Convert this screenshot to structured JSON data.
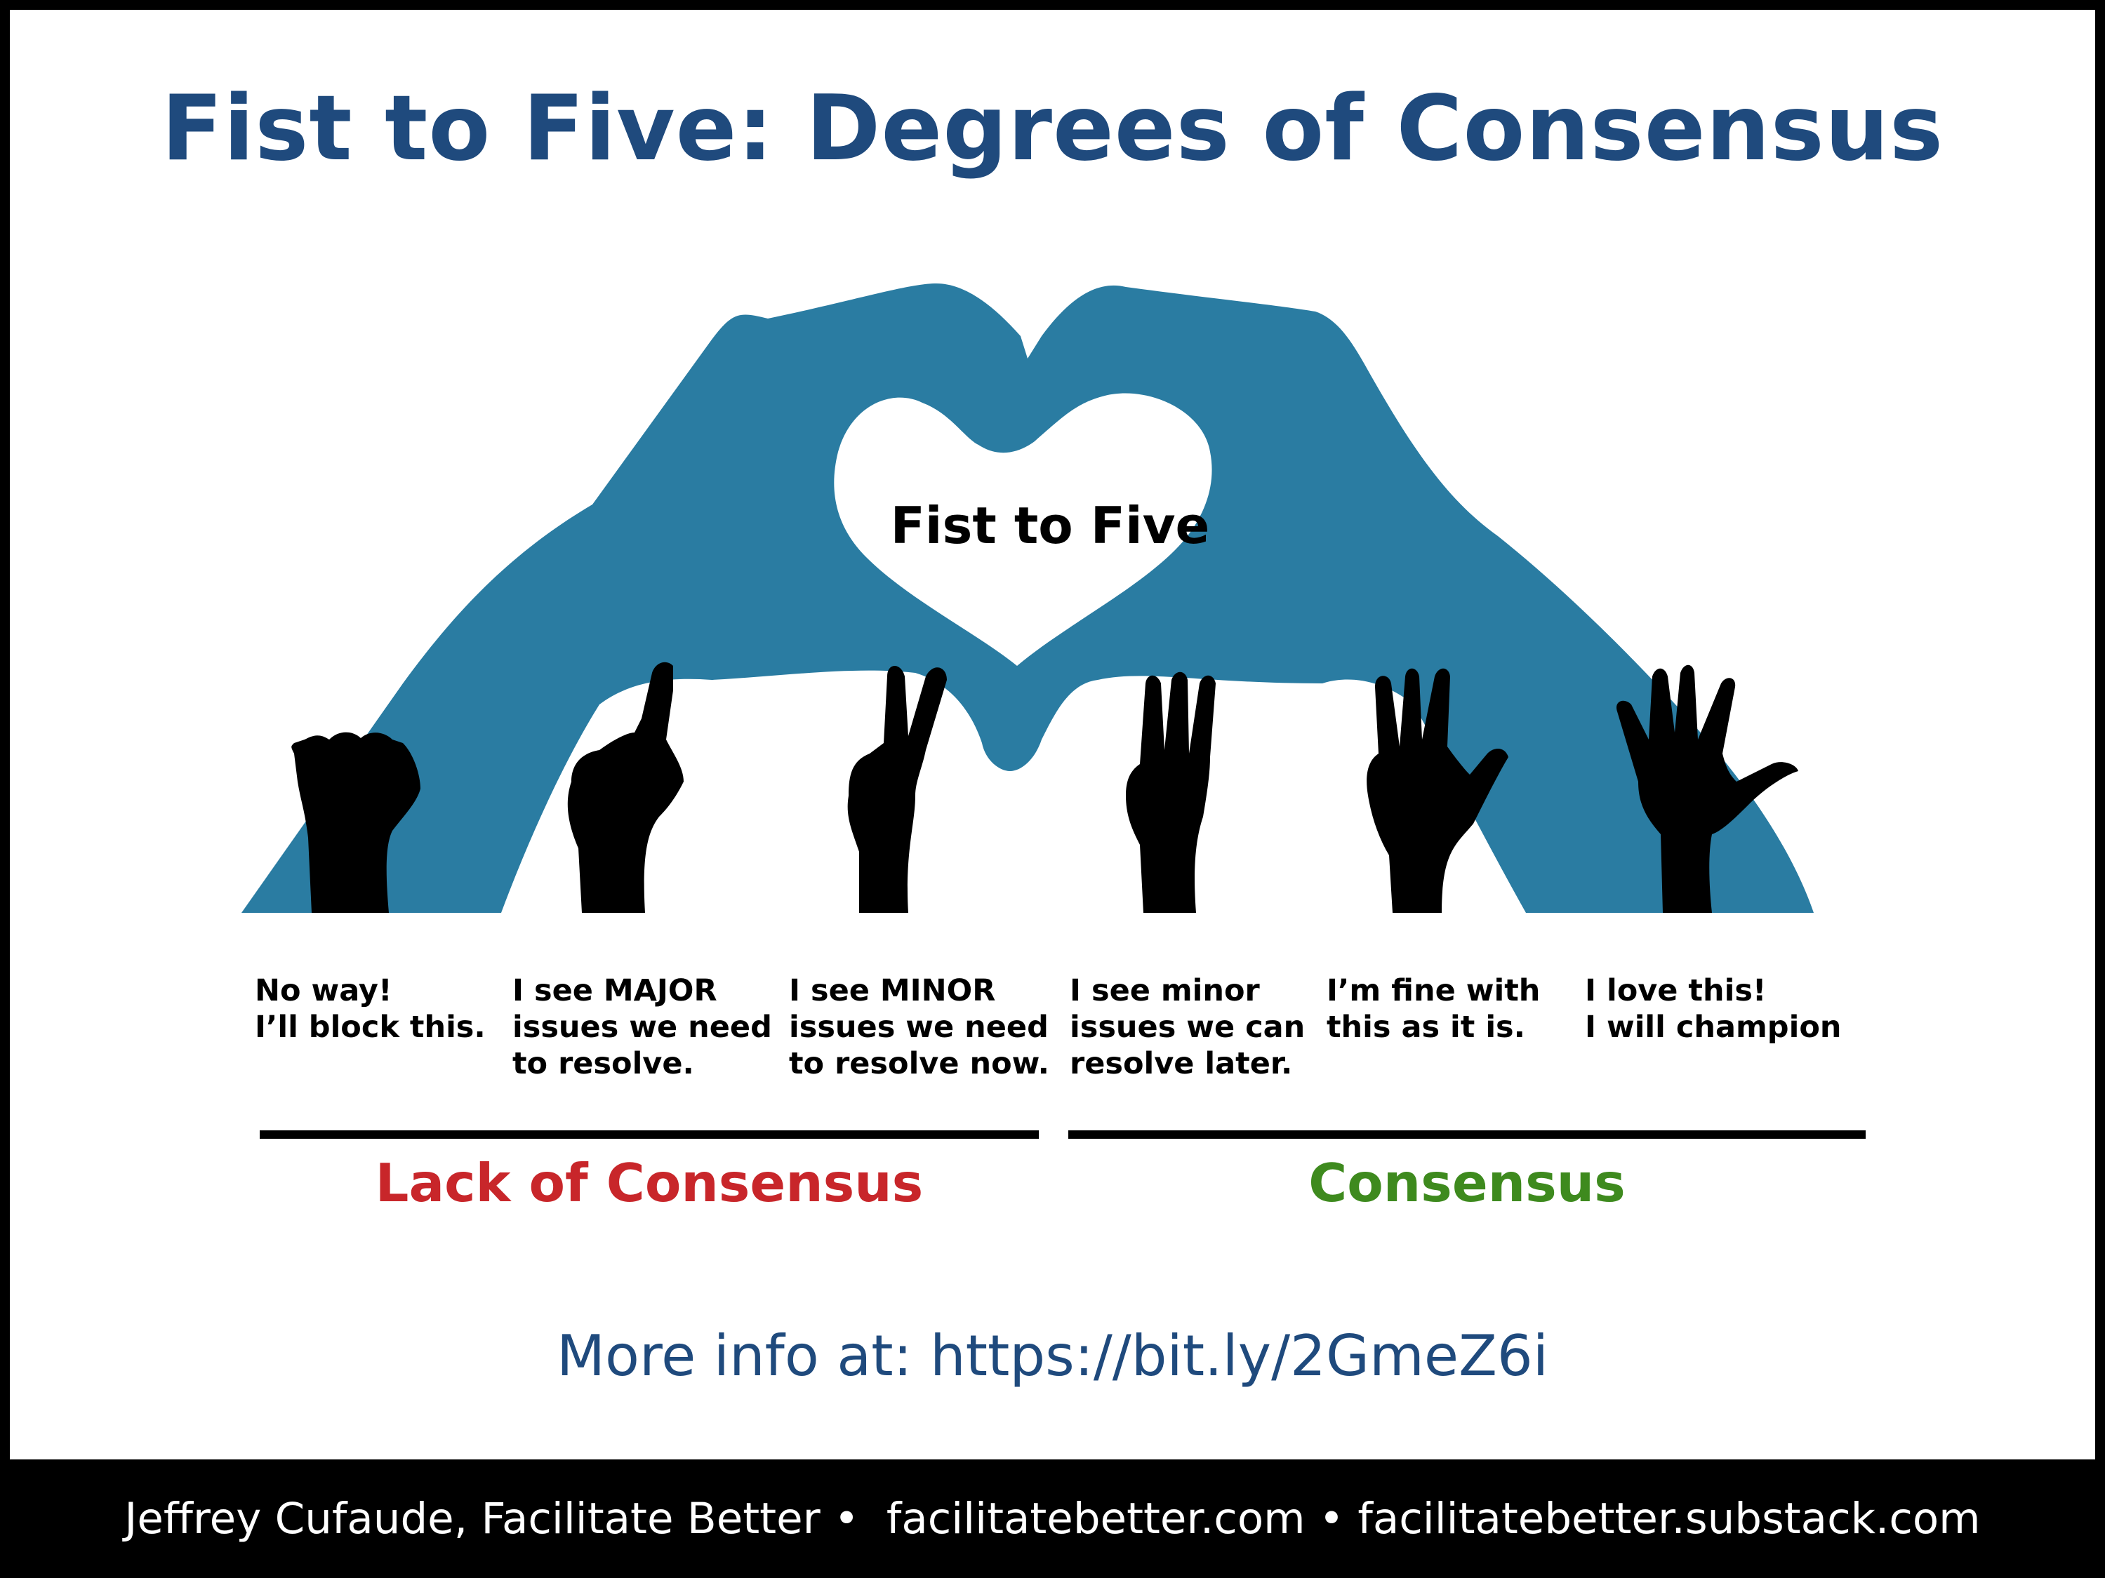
{
  "title": "Fist to Five: Degrees of Consensus",
  "heart_label": "Fist to Five",
  "levels": [
    {
      "fingers": 0,
      "lines": [
        "No way!",
        "I’ll block this."
      ]
    },
    {
      "fingers": 1,
      "lines": [
        "I see MAJOR",
        "issues we need",
        "to resolve."
      ]
    },
    {
      "fingers": 2,
      "lines": [
        "I see MINOR",
        "issues we need",
        "to resolve now."
      ]
    },
    {
      "fingers": 3,
      "lines": [
        "I see minor",
        "issues we can",
        "resolve later."
      ]
    },
    {
      "fingers": 4,
      "lines": [
        "I’m fine with",
        "this as it is."
      ]
    },
    {
      "fingers": 5,
      "lines": [
        "I love this!",
        "I will champion"
      ]
    }
  ],
  "groups": {
    "lack": {
      "label": "Lack of Consensus",
      "color": "#c8262a"
    },
    "consensus": {
      "label": "Consensus",
      "color": "#3e8a1e"
    }
  },
  "more_info": "More info at: https://bit.ly/2GmeZ6i",
  "footer": {
    "author": "Jeffrey Cufaude, Facilitate Better",
    "separator": " •  ",
    "site": "facilitatebetter.com",
    "separator2": " • ",
    "substack": "facilitatebetter.substack.com"
  },
  "colors": {
    "hands_blue": "#2a7ca2",
    "title_blue": "#1f4a7d"
  }
}
